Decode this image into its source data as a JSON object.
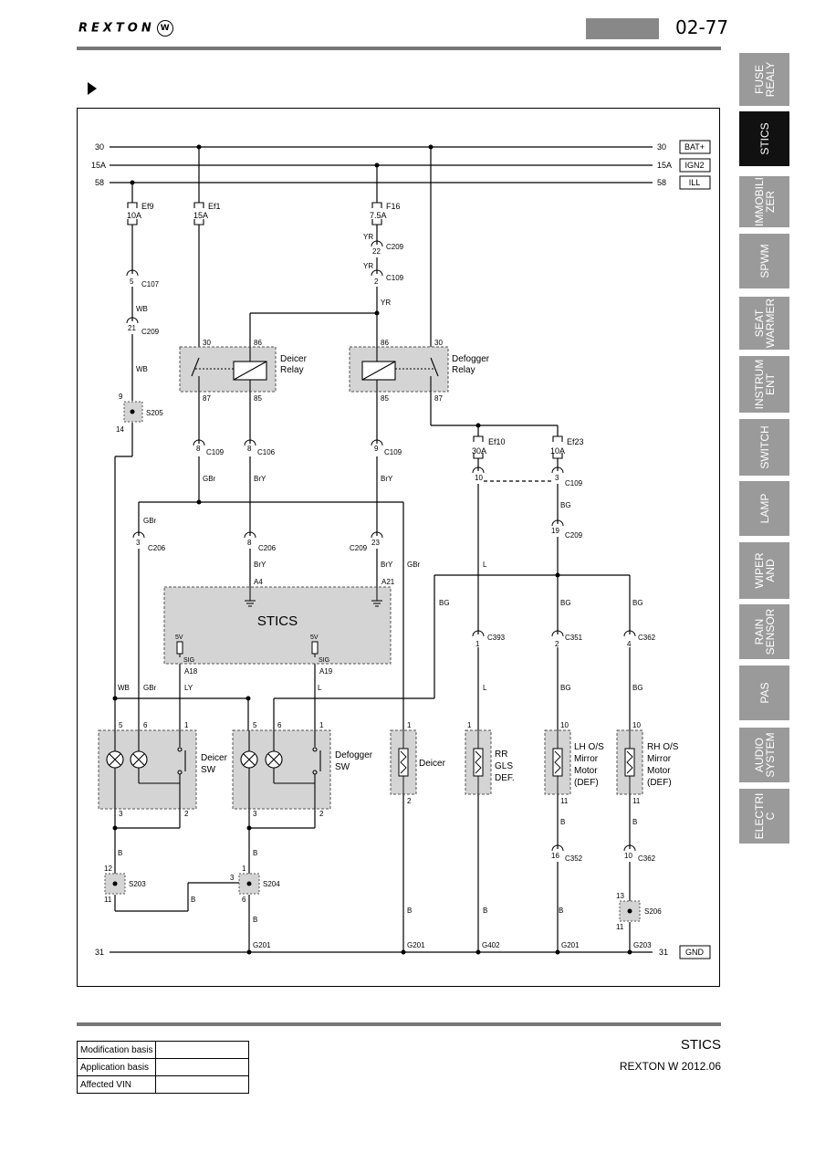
{
  "header": {
    "brand": "REXTON",
    "page_number": "02-77"
  },
  "tabs": [
    "FUSE\nREALY",
    "STICS",
    "IMMOBILI\nZER",
    "SPWM",
    "SEAT\nWARMER",
    "INSTRUM\nENT",
    "SWITCH",
    "LAMP",
    "WIPER\nAND",
    "RAIN\nSENSOR",
    "PAS",
    "AUDIO\nSYSTEM",
    "ELECTRI\nC"
  ],
  "active_tab": "STICS",
  "diagram": {
    "rails": {
      "r30": "30",
      "r15a": "15A",
      "r58": "58",
      "r31": "31",
      "bat": "BAT+",
      "ign2": "IGN2",
      "ill": "ILL",
      "gnd": "GND"
    },
    "fuses": {
      "ef9": "Ef9",
      "ef9_a": "10A",
      "ef1": "Ef1",
      "ef1_a": "15A",
      "f16": "F16",
      "f16_a": "7.5A",
      "ef10": "Ef10",
      "ef10_a": "30A",
      "ef23": "Ef23",
      "ef23_a": "10A"
    },
    "connectors": {
      "c107": "C107",
      "c209": "C209",
      "c109": "C109",
      "c106": "C106",
      "c206": "C206",
      "c393": "C393",
      "c351": "C351",
      "c362": "C362",
      "c352": "C352"
    },
    "splices": {
      "s205": "S205",
      "s203": "S203",
      "s204": "S204",
      "s206": "S206"
    },
    "grounds": {
      "g201": "G201",
      "g402": "G402",
      "g203": "G203"
    },
    "wires": {
      "wb": "WB",
      "yr": "YR",
      "gbr": "GBr",
      "bry": "BrY",
      "l": "L",
      "bg": "BG",
      "b": "B",
      "ly": "LY"
    },
    "relays": {
      "deicer_l1": "Deicer",
      "deicer_l2": "Relay",
      "defog_l1": "Defogger",
      "defog_l2": "Relay"
    },
    "stics": {
      "name": "STICS",
      "a4": "A4",
      "a21": "A21",
      "a18": "A18",
      "a19": "A19",
      "v5": "5V",
      "sig": "SIG"
    },
    "switches": {
      "deicer_l1": "Deicer",
      "deicer_l2": "SW",
      "defog_l1": "Defogger",
      "defog_l2": "SW"
    },
    "loads": {
      "deicer": "Deicer",
      "rr1": "RR",
      "rr2": "GLS",
      "rr3": "DEF.",
      "lh1": "LH O/S",
      "lh2": "Mirror",
      "lh3": "Motor",
      "lh4": "(DEF)",
      "rh1": "RH O/S",
      "rh2": "Mirror",
      "rh3": "Motor",
      "rh4": "(DEF)"
    },
    "pins": {
      "p1": "1",
      "p2": "2",
      "p3": "3",
      "p4": "4",
      "p5": "5",
      "p6": "6",
      "p8": "8",
      "p9": "9",
      "p10": "10",
      "p11": "11",
      "p12": "12",
      "p13": "13",
      "p14": "14",
      "p16": "16",
      "p19": "19",
      "p21": "21",
      "p22": "22",
      "p23": "23",
      "p30": "30",
      "p85": "85",
      "p86": "86",
      "p87": "87"
    }
  },
  "footer": {
    "title": "STICS",
    "model": "REXTON W 2012.06",
    "rows": [
      {
        "label": "Modification basis",
        "value": ""
      },
      {
        "label": "Application basis",
        "value": ""
      },
      {
        "label": "Affected VIN",
        "value": ""
      }
    ]
  }
}
